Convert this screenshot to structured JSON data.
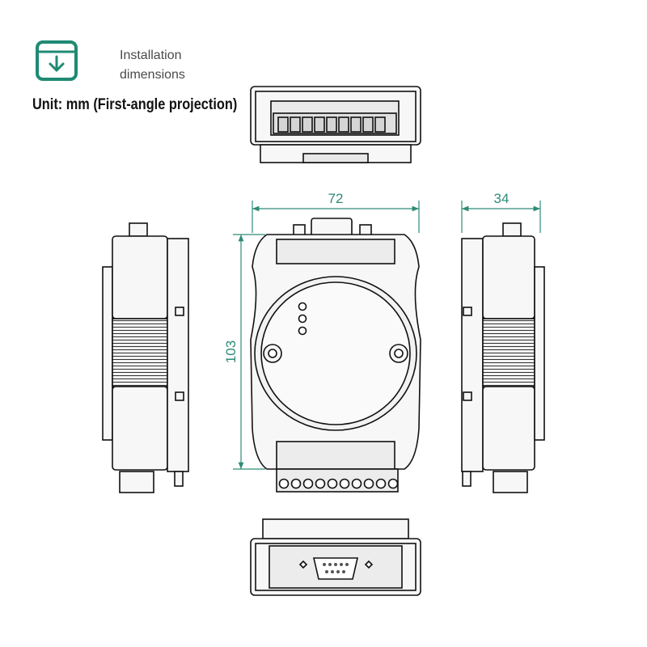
{
  "header": {
    "icon": "download-box-icon",
    "icon_color": "#1f8a74",
    "title_line1": "Installation",
    "title_line2": "dimensions",
    "unit_label": "Unit: mm (First-angle projection)"
  },
  "dimensions": {
    "width": "72",
    "depth": "34",
    "height": "103",
    "line_color": "#2f8a77"
  },
  "views": [
    "top-view",
    "left-side-view",
    "front-view",
    "right-side-view",
    "bottom-view"
  ]
}
